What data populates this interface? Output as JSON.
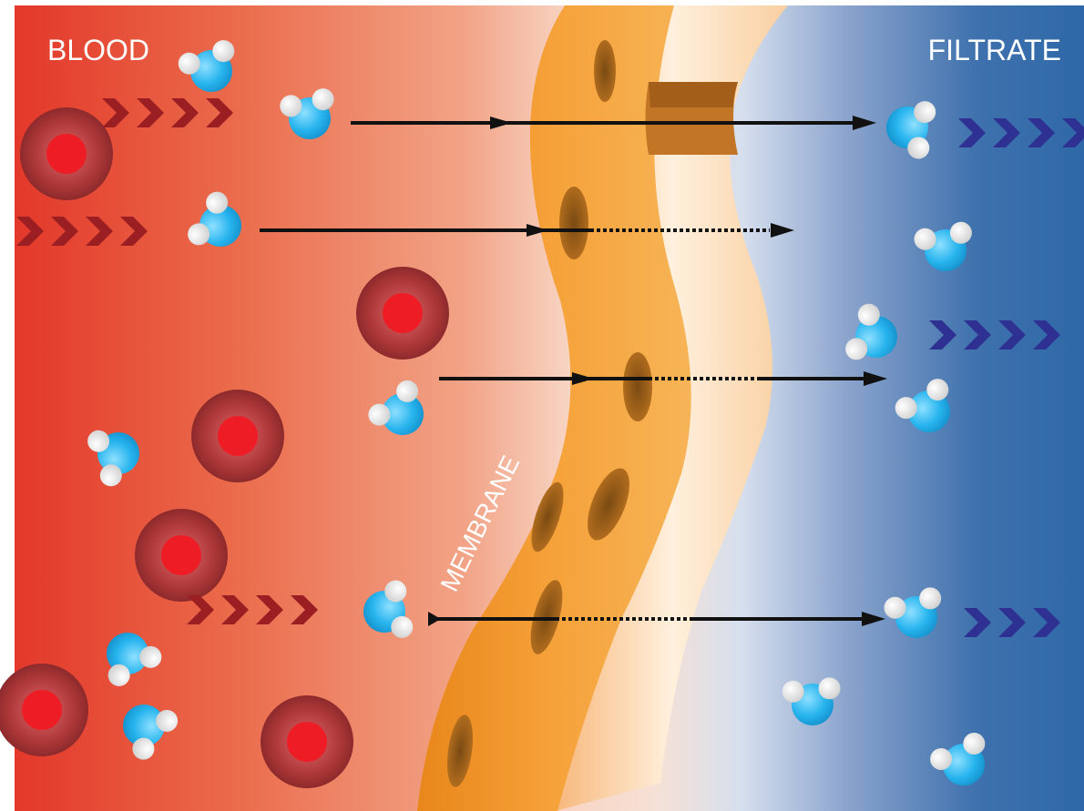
{
  "labels": {
    "left": "BLOOD",
    "right": "FILTRATE",
    "membrane": "MEMBRANE"
  },
  "colors": {
    "blood_dark": "#e3382a",
    "blood_light": "#f8d5c4",
    "filtrate_light": "#d6dfee",
    "filtrate_dark": "#2f68a8",
    "membrane_outer": "#f0921e",
    "membrane_inner": "#fde6c8",
    "red_cell_ring": "#b23a3a",
    "red_cell_core": "#ee1c25",
    "water_oxygen": "#27b4ee",
    "water_hydrogen": "#f2f2f2",
    "chevron_blood": "#9b1f22",
    "chevron_filtrate": "#2e3192",
    "arrow": "#111111"
  },
  "icons": {
    "water_molecule": "water-molecule-icon",
    "red_blood_cell": "red-blood-cell-icon",
    "flow_chevrons": "chevron-right-icon"
  }
}
